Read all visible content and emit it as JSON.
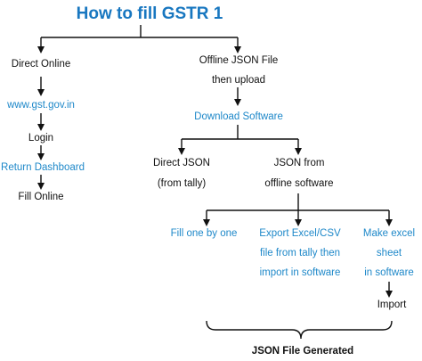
{
  "title": "How to fill GSTR 1",
  "colors": {
    "accent": "#1e88c9",
    "title": "#1877c0",
    "text": "#111111",
    "line": "#111111"
  },
  "direct": {
    "root": "Direct Online",
    "site": "www.gst.gov.in",
    "login": "Login",
    "dashboard": "Return Dashboard",
    "fill": "Fill Online"
  },
  "offline": {
    "root_line1": "Offline JSON File",
    "root_line2": "then upload",
    "download": "Download Software",
    "json_direct_line1": "Direct JSON",
    "json_direct_line2": "(from tally)",
    "json_from_line1": "JSON from",
    "json_from_line2": "offline software",
    "opt_fill": "Fill one by one",
    "opt_export_line1": "Export Excel/CSV",
    "opt_export_line2": "file from tally then",
    "opt_export_line3": "import in software",
    "opt_make_line1": "Make excel",
    "opt_make_line2": "sheet",
    "opt_make_line3": "in software",
    "import": "Import"
  },
  "result": "JSON File Generated"
}
